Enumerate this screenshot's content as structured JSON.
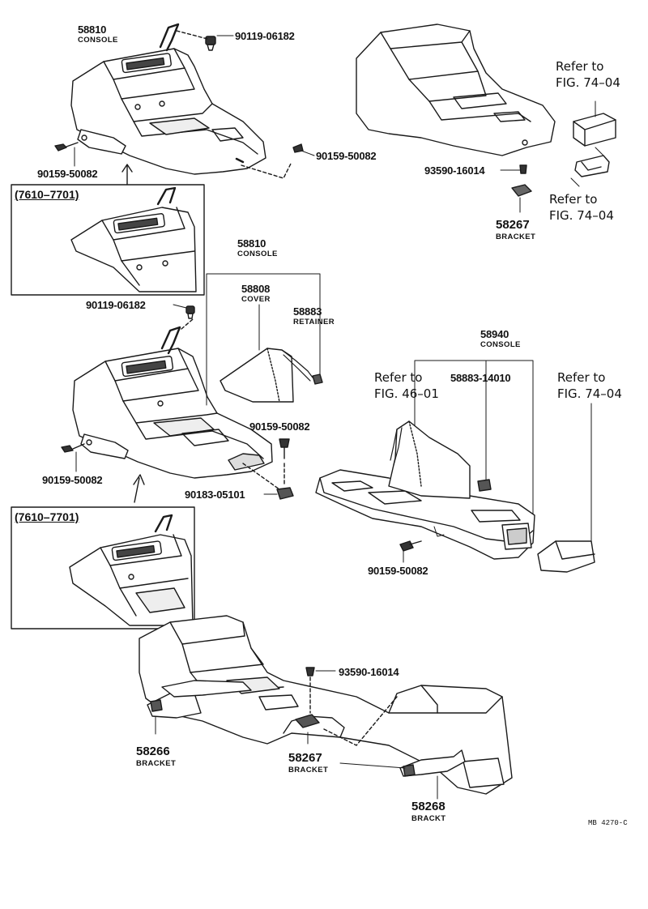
{
  "labels": {
    "console_top": {
      "number": "58810",
      "desc": "CONSOLE"
    },
    "bolt_top": "90119-06182",
    "screw_top_left": "90159-50082",
    "screw_top_right": "90159-50082",
    "inset_top": "(7610–7701)",
    "refer_top": {
      "line1": "Refer to",
      "line2": "FIG. 74–04"
    },
    "screw_tr": "93590-16014",
    "refer_tr_lower": {
      "line1": "Refer to",
      "line2": "FIG. 74–04"
    },
    "bracket_tr": {
      "number": "58267",
      "desc": "BRACKET"
    },
    "console_mid": {
      "number": "58810",
      "desc": "CONSOLE"
    },
    "cover": {
      "number": "58808",
      "desc": "COVER"
    },
    "retainer": {
      "number": "58883",
      "desc": "RETAINER"
    },
    "bolt_mid": "90119-06182",
    "screw_mid_right": "90159-50082",
    "screw_mid_left": "90159-50082",
    "clip_mid": "90183-05101",
    "inset_mid": "(7610–7701)",
    "console_right": {
      "number": "58940",
      "desc": "CONSOLE"
    },
    "refer_46": {
      "line1": "Refer to",
      "line2": "FIG. 46–01"
    },
    "retainer_right": "58883-14010",
    "refer_74_right": {
      "line1": "Refer to",
      "line2": "FIG. 74–04"
    },
    "screw_right": "90159-50082",
    "screw_bottom": "93590-16014",
    "bracket_bl": {
      "number": "58266",
      "desc": "BRACKET"
    },
    "bracket_bc": {
      "number": "58267",
      "desc": "BRACKET"
    },
    "bracket_br": {
      "number": "58268",
      "desc": "BRACKT"
    },
    "figure_code": "MB 4270-C"
  }
}
